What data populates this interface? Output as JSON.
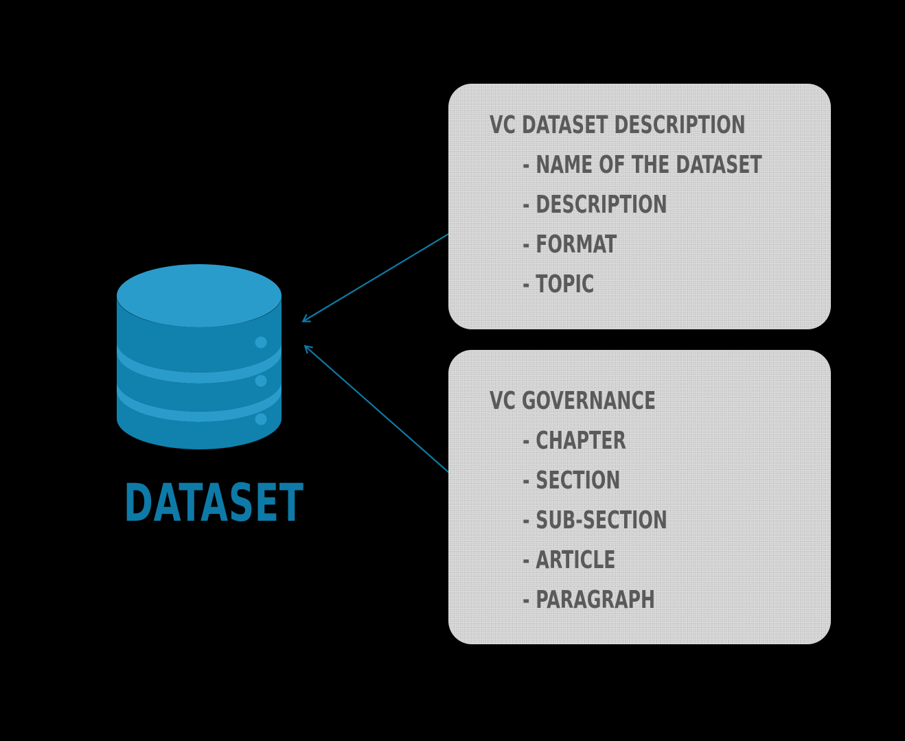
{
  "colors": {
    "background": "#000000",
    "accent": "#0e7aa7",
    "database_top": "#2a9ccc",
    "database_body": "#1182ae",
    "card_fill": "#cfcfcf",
    "card_text": "#5a5a5a"
  },
  "database": {
    "icon": "database-icon",
    "label": "DATASET"
  },
  "cards": {
    "description": {
      "title": "VC DATASET DESCRIPTION",
      "items": [
        "- NAME OF THE DATASET",
        "- DESCRIPTION",
        "- FORMAT",
        "- TOPIC"
      ]
    },
    "governance": {
      "title": "VC GOVERNANCE",
      "items": [
        "- CHAPTER",
        "- SECTION",
        "- SUB-SECTION",
        "- ARTICLE",
        "- PARAGRAPH"
      ]
    }
  },
  "connectors": [
    {
      "from": "cards.description",
      "to": "database",
      "style": "arrow"
    },
    {
      "from": "cards.governance",
      "to": "database",
      "style": "arrow"
    }
  ]
}
